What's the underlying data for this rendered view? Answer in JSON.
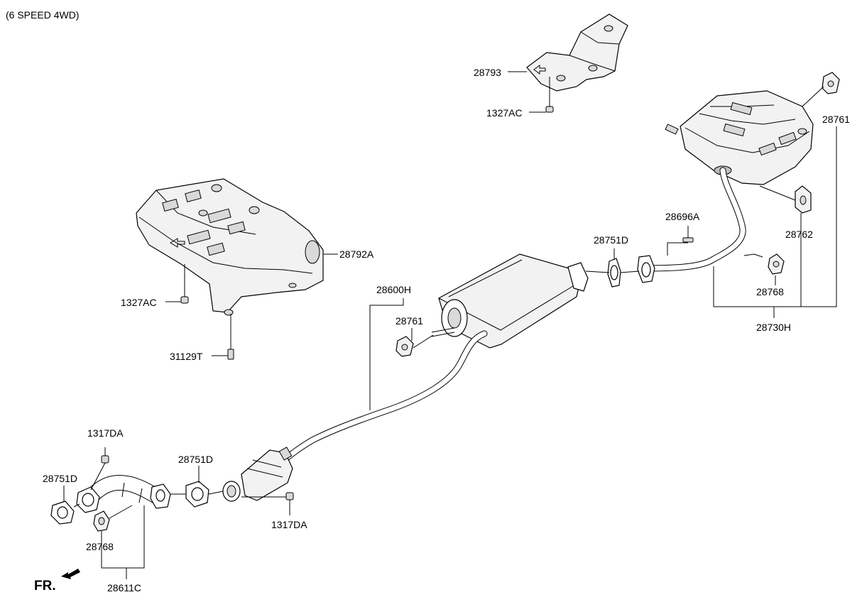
{
  "header": {
    "variant": "(6 SPEED 4WD)"
  },
  "direction_marker": {
    "label": "FR."
  },
  "callouts": {
    "shield_upper": "28793",
    "nut_upper": "1327AC",
    "shield_main": "28792A",
    "nut_main": "1327AC",
    "bolt_main": "31129T",
    "center_pipe": "28600H",
    "hanger_center": "28761",
    "gasket_center": "28751D",
    "bolt_rear": "28696A",
    "hanger_rear": "28761",
    "hanger_rubber_right": "28762",
    "hanger_rubber_rear": "28768",
    "rear_muffler": "28730H",
    "nut_front_top": "1317DA",
    "gasket_front": "28751D",
    "gasket_cat": "28751D",
    "nut_cat": "1317DA",
    "hanger_front": "28768",
    "front_pipe": "28611C"
  }
}
